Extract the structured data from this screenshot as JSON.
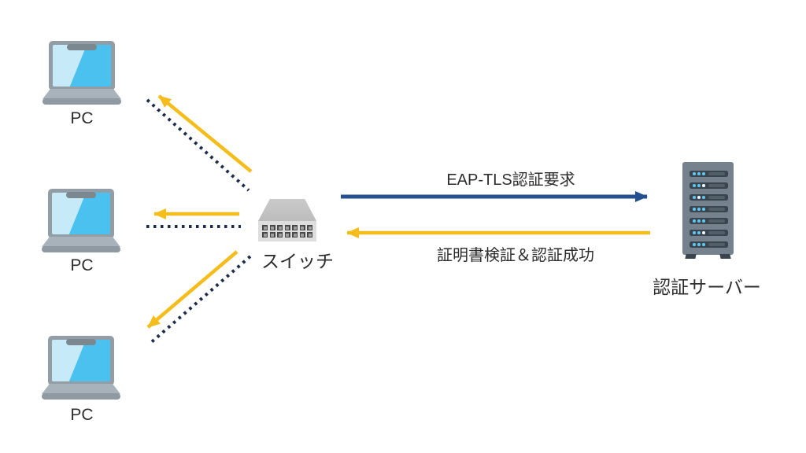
{
  "colors": {
    "background": "#FFFFFF",
    "arrow-yellow": "#F4BD1B",
    "arrow-navy": "#24508F",
    "dotted-navy": "#1D2C4B",
    "text": "#2D2D2D"
  },
  "nodes": {
    "pc_top": {
      "label": "PC",
      "icon": "laptop-icon"
    },
    "pc_middle": {
      "label": "PC",
      "icon": "laptop-icon"
    },
    "pc_bottom": {
      "label": "PC",
      "icon": "laptop-icon"
    },
    "switch": {
      "label": "スイッチ",
      "icon": "switch-icon"
    },
    "server": {
      "label": "認証サーバー",
      "icon": "server-icon"
    }
  },
  "messages": {
    "request": {
      "label": "EAP-TLS認証要求"
    },
    "response": {
      "label": "証明書検証＆認証成功"
    }
  }
}
